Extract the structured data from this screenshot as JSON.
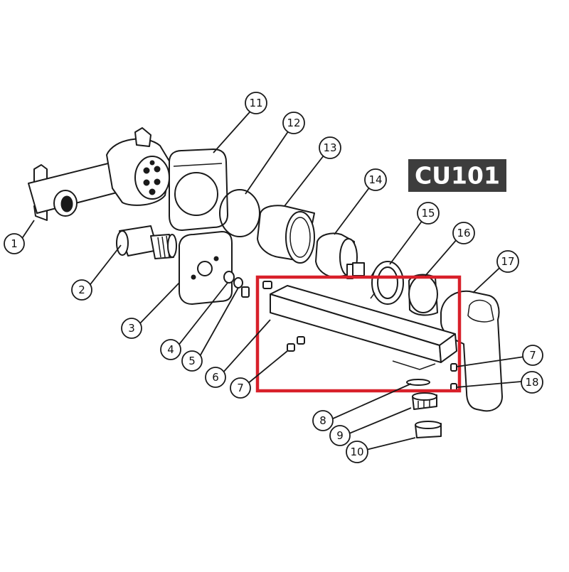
{
  "model_label": "CU101",
  "colors": {
    "badge_bg": "#3d3d3d",
    "badge_text": "#ffffff",
    "highlight": "#d8202a",
    "line": "#1a1a1a"
  },
  "callouts": [
    "1",
    "2",
    "3",
    "4",
    "5",
    "6",
    "7",
    "7",
    "8",
    "9",
    "10",
    "11",
    "12",
    "13",
    "14",
    "15",
    "16",
    "17",
    "18"
  ]
}
